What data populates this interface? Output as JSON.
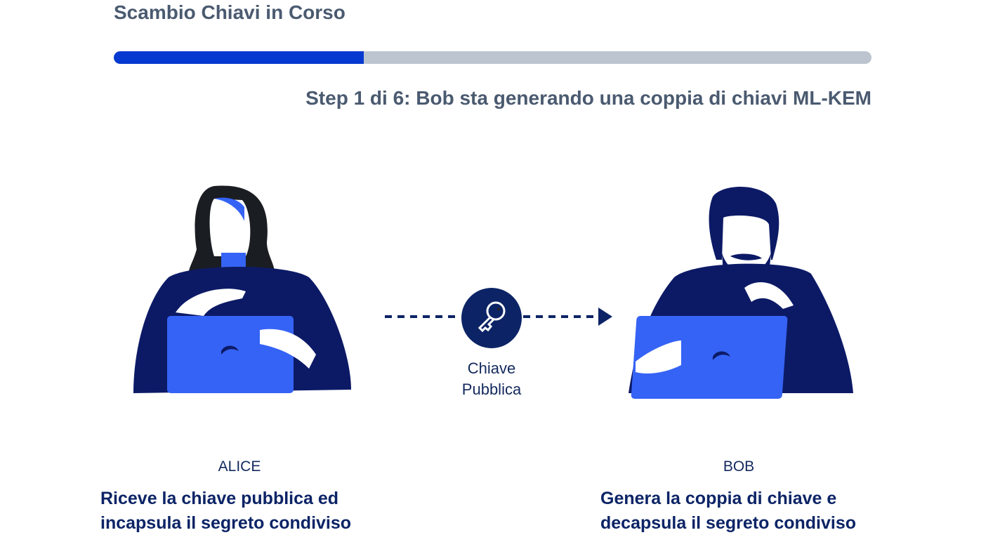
{
  "header": {
    "title": "Scambio Chiavi in Corso",
    "progress_percent": 33,
    "step_text": "Step 1 di 6: Bob sta generando una coppia di chiavi ML-KEM"
  },
  "exchange": {
    "label_line1": "Chiave",
    "label_line2": "Pubblica",
    "icon": "key-icon"
  },
  "alice": {
    "name": "ALICE",
    "desc_line1": "Riceve la chiave pubblica ed",
    "desc_line2": "incapsula il segreto condiviso"
  },
  "bob": {
    "name": "BOB",
    "desc_line1": "Genera la coppia di chiave e",
    "desc_line2": "decapsula il segreto condiviso"
  },
  "colors": {
    "accent": "#0639cf",
    "navy": "#0c1a66",
    "laptop": "#3563f5",
    "track": "#bcc5cf"
  }
}
